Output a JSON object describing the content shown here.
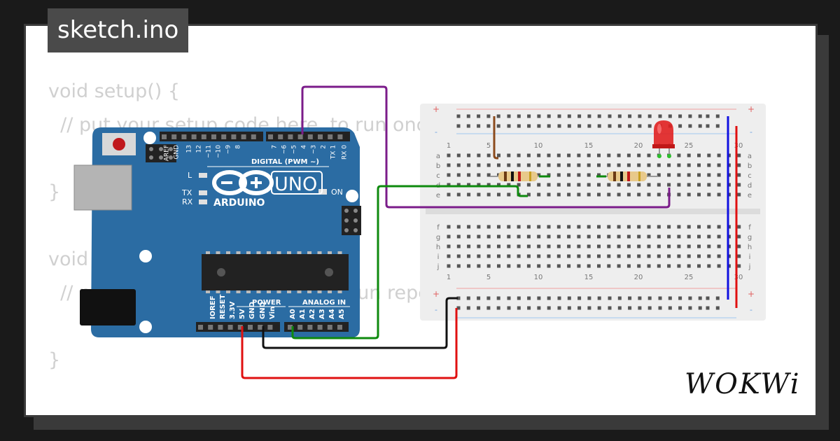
{
  "tab": {
    "title": "sketch.ino"
  },
  "code_lines": [
    "void setup() {",
    "  // put your setup code here, to run once:",
    "",
    "}",
    "",
    "void loop() {",
    "  // put your main code here, to run repeatedly:",
    "",
    "}"
  ],
  "arduino": {
    "brand": "ARDUINO",
    "model": "UNO",
    "digital_header": "DIGITAL (PWM ~)",
    "power_label": "POWER",
    "analog_label": "ANALOG IN",
    "led_labels": [
      "L",
      "TX",
      "RX"
    ],
    "on_label": "ON",
    "top_pins": [
      "AREF",
      "GND",
      "13",
      "12",
      "~11",
      "~10",
      "~9",
      "8",
      "7",
      "~6",
      "~5",
      "4",
      "~3",
      "2",
      "TX 1",
      "RX 0"
    ],
    "bottom_pins": [
      "IOREF",
      "RESET",
      "3.3V",
      "5V",
      "GND",
      "GND",
      "Vin",
      "A0",
      "A1",
      "A2",
      "A3",
      "A4",
      "A5"
    ]
  },
  "breadboard": {
    "col_numbers": [
      "1",
      "5",
      "10",
      "15",
      "20",
      "25",
      "30"
    ],
    "rows_top": [
      "a",
      "b",
      "c",
      "d",
      "e"
    ],
    "rows_bottom": [
      "f",
      "g",
      "h",
      "i",
      "j"
    ],
    "plus": "+",
    "minus": "-"
  },
  "colors": {
    "board": "#2b6ca3",
    "wire_purple": "#7b1c8a",
    "wire_green": "#0e8a0e",
    "wire_black": "#111111",
    "wire_red": "#e01010",
    "wire_brown": "#8b4a1c",
    "wire_blue": "#1010e0",
    "led": "#e02020"
  },
  "brand_logo": "WOKWi"
}
